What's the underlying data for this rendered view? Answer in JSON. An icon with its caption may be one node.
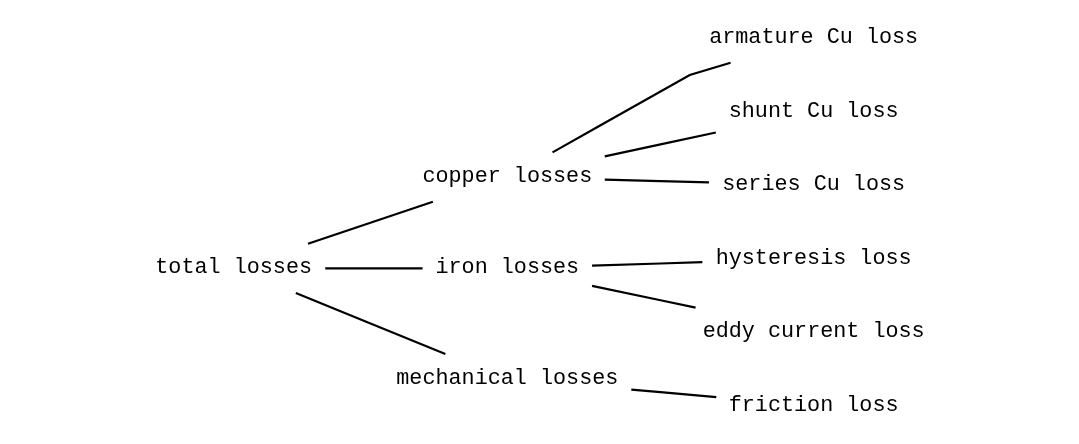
{
  "diagram": {
    "nodes": [
      {
        "text": [
          "total losses"
        ]
      },
      {
        "text": [
          "copper losses"
        ]
      },
      {
        "text": [
          "iron losses"
        ]
      },
      {
        "text": [
          "mechanical losses"
        ]
      },
      {
        "text": [
          "armature Cu loss"
        ]
      },
      {
        "text": [
          "shunt Cu loss"
        ]
      },
      {
        "text": [
          "series Cu loss"
        ]
      },
      {
        "text": [
          "hysteresis loss"
        ]
      },
      {
        "text": [
          "eddy current loss"
        ]
      },
      {
        "text": [
          "friction loss"
        ]
      }
    ],
    "edges": [
      {
        "from": 0,
        "to": 1,
        "arrow": "none"
      },
      {
        "from": 0,
        "to": 2,
        "arrow": "none"
      },
      {
        "from": 0,
        "to": 3,
        "arrow": "none"
      },
      {
        "from": 1,
        "to": 4,
        "arrow": "none"
      },
      {
        "from": 1,
        "to": 5,
        "arrow": "none"
      },
      {
        "from": 1,
        "to": 6,
        "arrow": "none"
      },
      {
        "from": 2,
        "to": 7,
        "arrow": "none"
      },
      {
        "from": 2,
        "to": 8,
        "arrow": "none"
      },
      {
        "from": 3,
        "to": 9,
        "arrow": "none"
      }
    ]
  }
}
